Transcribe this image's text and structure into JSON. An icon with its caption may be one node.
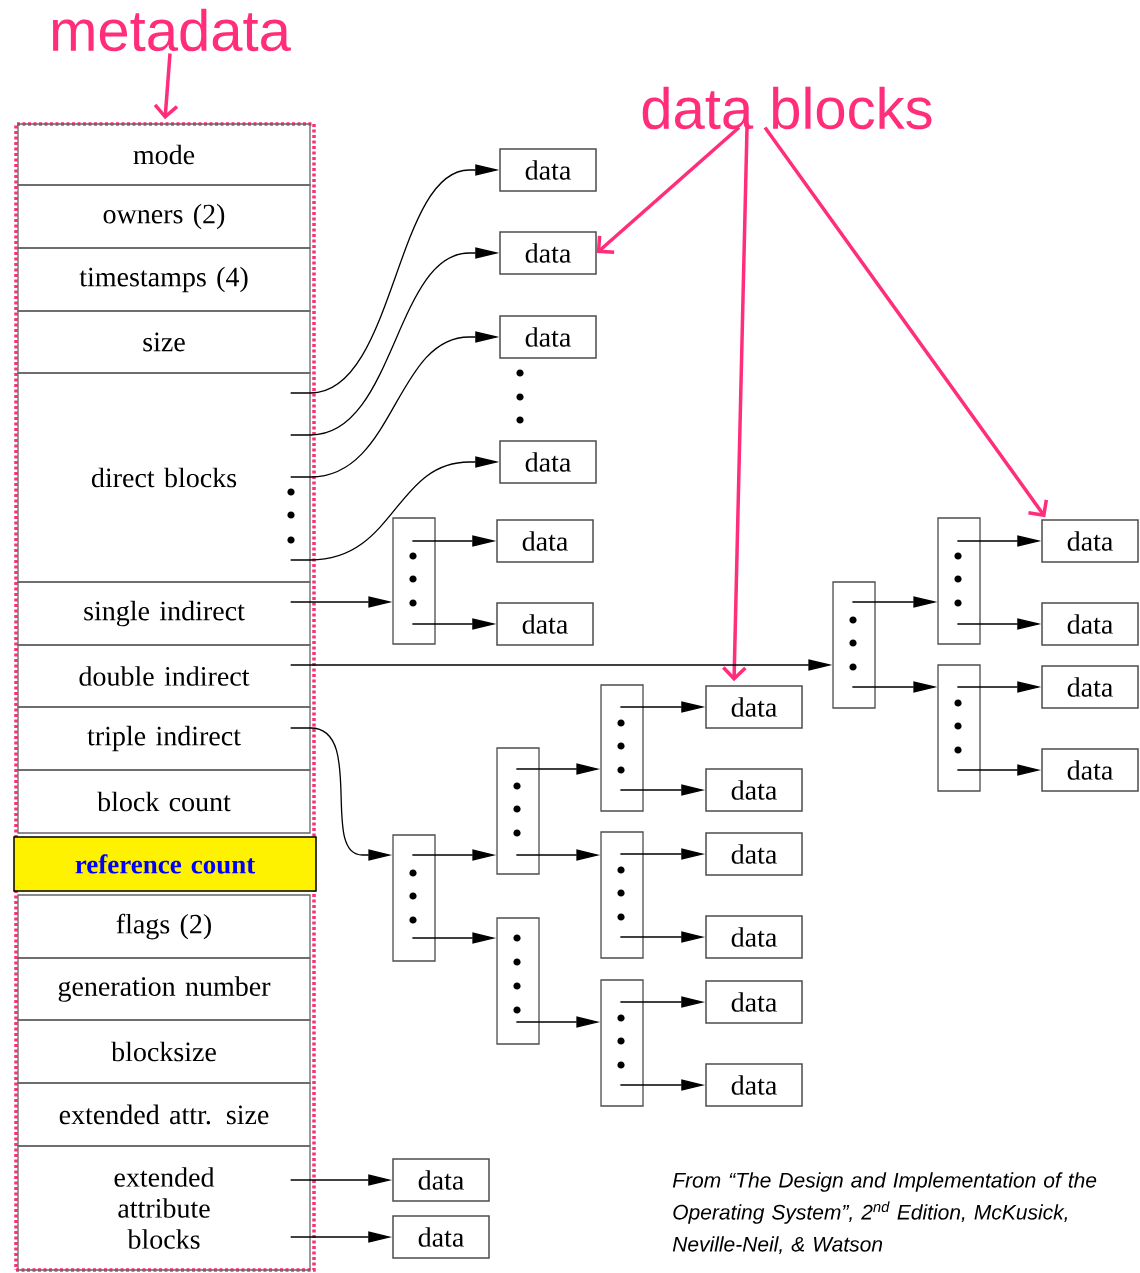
{
  "diagram": {
    "nodes": [
      {
        "text": [
          "metadata"
        ]
      },
      {
        "text": [],
        "shape": "box"
      },
      {
        "text": [
          "mode"
        ],
        "in": 1
      },
      {
        "text": [
          "owners (2)"
        ],
        "in": 1
      },
      {
        "text": [
          "timestamps (4)"
        ],
        "in": 1
      },
      {
        "text": [
          "size"
        ],
        "in": 1
      },
      {
        "text": [
          "direct blocks"
        ],
        "in": 1
      },
      {
        "text": [
          "single indirect"
        ],
        "in": 1
      },
      {
        "text": [
          "double indirect"
        ],
        "in": 1
      },
      {
        "text": [
          "triple indirect"
        ],
        "in": 1
      },
      {
        "text": [
          "block count"
        ],
        "in": 1
      },
      {
        "text": [
          "reference count"
        ],
        "in": 1
      },
      {
        "text": [
          "flags (2)"
        ],
        "in": 1
      },
      {
        "text": [
          "generation number"
        ],
        "in": 1
      },
      {
        "text": [
          "blocksize"
        ],
        "in": 1
      },
      {
        "text": [
          "extended attr. size"
        ],
        "in": 1
      },
      {
        "text": [
          "extended attribute blocks"
        ],
        "in": 1
      },
      {
        "text": [
          "data blocks"
        ]
      },
      {
        "text": [
          "data"
        ]
      },
      {
        "text": [
          "data"
        ]
      },
      {
        "text": [
          "data"
        ]
      },
      {
        "text": [
          "data"
        ]
      },
      {
        "text": [],
        "shape": "box"
      },
      {
        "text": [
          "data"
        ]
      },
      {
        "text": [
          "data"
        ]
      },
      {
        "text": [],
        "shape": "box"
      },
      {
        "text": [],
        "shape": "box"
      },
      {
        "text": [],
        "shape": "box"
      },
      {
        "text": [
          "data"
        ]
      },
      {
        "text": [
          "data"
        ]
      },
      {
        "text": [
          "data"
        ]
      },
      {
        "text": [
          "data"
        ]
      },
      {
        "text": [],
        "shape": "box"
      },
      {
        "text": [],
        "shape": "box"
      },
      {
        "text": [],
        "shape": "box"
      },
      {
        "text": [],
        "shape": "box"
      },
      {
        "text": [],
        "shape": "box"
      },
      {
        "text": [],
        "shape": "box"
      },
      {
        "text": [
          "data"
        ]
      },
      {
        "text": [
          "data"
        ]
      },
      {
        "text": [
          "data"
        ]
      },
      {
        "text": [
          "data"
        ]
      },
      {
        "text": [
          "data"
        ]
      },
      {
        "text": [
          "data"
        ]
      },
      {
        "text": [
          "data"
        ]
      },
      {
        "text": [
          "data"
        ]
      }
    ],
    "edges": [
      {
        "from": 0,
        "to": 1,
        "arrow": "to",
        "style": "thick",
        "color": "#ff2d7a"
      },
      {
        "from": 17,
        "to": 19,
        "arrow": "to",
        "style": "thick",
        "color": "#ff2d7a"
      },
      {
        "from": 17,
        "to": 38,
        "arrow": "to",
        "style": "thick",
        "color": "#ff2d7a"
      },
      {
        "from": 17,
        "to": 28,
        "arrow": "to",
        "style": "thick",
        "color": "#ff2d7a"
      },
      {
        "from": 6,
        "to": 18,
        "arrow": "to"
      },
      {
        "from": 6,
        "to": 19,
        "arrow": "to"
      },
      {
        "from": 6,
        "to": 20,
        "arrow": "to"
      },
      {
        "from": 6,
        "to": 21,
        "arrow": "to"
      },
      {
        "from": 7,
        "to": 22,
        "arrow": "to"
      },
      {
        "from": 22,
        "to": 23,
        "arrow": "to"
      },
      {
        "from": 22,
        "to": 24,
        "arrow": "to"
      },
      {
        "from": 8,
        "to": 25,
        "arrow": "to"
      },
      {
        "from": 25,
        "to": 26,
        "arrow": "to"
      },
      {
        "from": 25,
        "to": 27,
        "arrow": "to"
      },
      {
        "from": 26,
        "to": 28,
        "arrow": "to"
      },
      {
        "from": 26,
        "to": 29,
        "arrow": "to"
      },
      {
        "from": 27,
        "to": 30,
        "arrow": "to"
      },
      {
        "from": 27,
        "to": 31,
        "arrow": "to"
      },
      {
        "from": 9,
        "to": 32,
        "arrow": "to"
      },
      {
        "from": 32,
        "to": 33,
        "arrow": "to"
      },
      {
        "from": 32,
        "to": 34,
        "arrow": "to"
      },
      {
        "from": 33,
        "to": 35,
        "arrow": "to"
      },
      {
        "from": 33,
        "to": 36,
        "arrow": "to"
      },
      {
        "from": 34,
        "to": 37,
        "arrow": "to"
      },
      {
        "from": 35,
        "to": 38,
        "arrow": "to"
      },
      {
        "from": 35,
        "to": 39,
        "arrow": "to"
      },
      {
        "from": 36,
        "to": 40,
        "arrow": "to"
      },
      {
        "from": 36,
        "to": 41,
        "arrow": "to"
      },
      {
        "from": 37,
        "to": 42,
        "arrow": "to"
      },
      {
        "from": 37,
        "to": 43,
        "arrow": "to"
      },
      {
        "from": 16,
        "to": 44,
        "arrow": "to"
      },
      {
        "from": 16,
        "to": 45,
        "arrow": "to"
      }
    ],
    "labels": [
      "From “The Design and Implementation of the Operating System”, 2$^{nd}$ Edition, McKusick, Neville-Neil, & Watson"
    ]
  }
}
